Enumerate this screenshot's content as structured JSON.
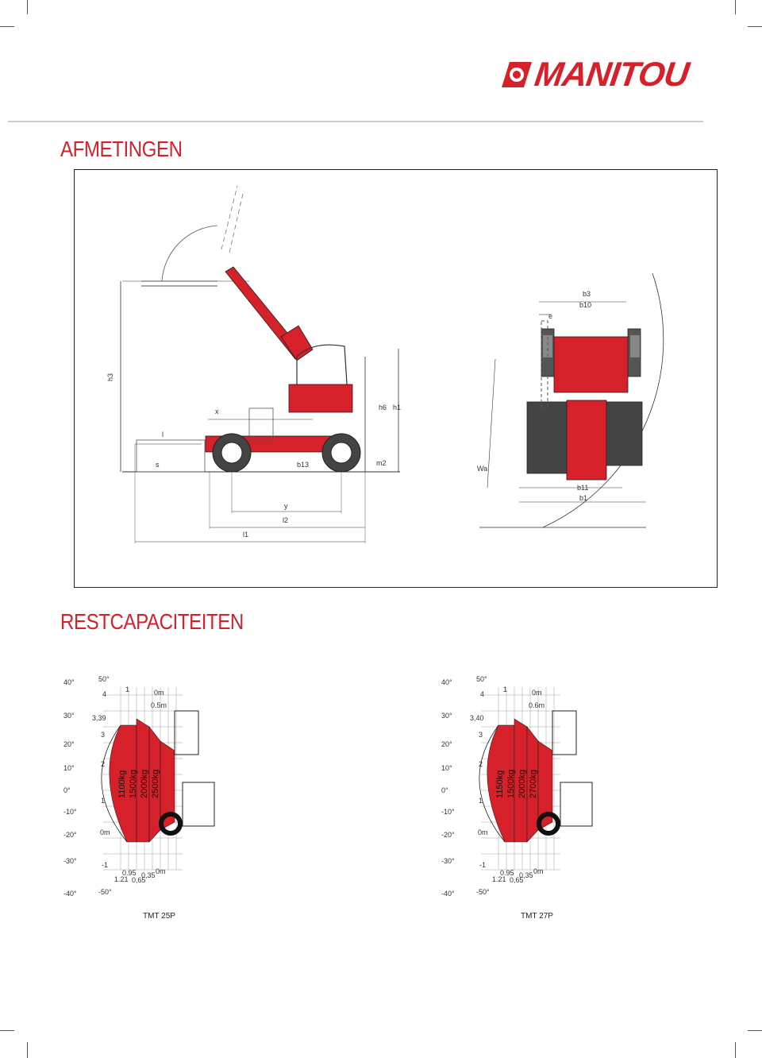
{
  "brand": {
    "name": "MANITOU",
    "color": "#d6202a"
  },
  "sections": {
    "dimensions_title": "AFMETINGEN",
    "capacities_title": "RESTCAPACITEITEN"
  },
  "dimension_labels": {
    "h3": "h3",
    "x": "x",
    "l": "l",
    "h6": "h6",
    "h1": "h1",
    "s": "s",
    "b13": "b13",
    "m2": "m2",
    "y": "y",
    "l2": "l2",
    "l1": "l1",
    "b3": "b3",
    "b10": "b10",
    "e": "e",
    "wa": "Wa",
    "b11": "b11",
    "b1": "b1"
  },
  "load_charts": [
    {
      "model": "TMT 25P",
      "angles_left": [
        "40°",
        "30°",
        "20°",
        "10°",
        "0°",
        "-10°",
        "-20°",
        "-30°",
        "-40°"
      ],
      "angle_top": "50°",
      "angle_bottom": "-50°",
      "heights": [
        "4",
        "3",
        "2",
        "1",
        "0m",
        "-1"
      ],
      "reach_top": [
        "1",
        "0m"
      ],
      "reach_bottom": [
        "0.95",
        "1.21",
        "0,35",
        "0,65",
        "0m"
      ],
      "reach_mark": "0.5m",
      "max_reach": "3,39",
      "loads": [
        "1100kg",
        "1500kg",
        "2000kg",
        "2500kg"
      ]
    },
    {
      "model": "TMT 27P",
      "angles_left": [
        "40°",
        "30°",
        "20°",
        "10°",
        "0°",
        "-10°",
        "-20°",
        "-30°",
        "-40°"
      ],
      "angle_top": "50°",
      "angle_bottom": "-50°",
      "heights": [
        "4",
        "3",
        "2",
        "1",
        "0m",
        "-1"
      ],
      "reach_top": [
        "1",
        "0m"
      ],
      "reach_bottom": [
        "0.95",
        "1.21",
        "0,35",
        "0,65",
        "0m"
      ],
      "reach_mark": "0.6m",
      "max_reach": "3,40",
      "loads": [
        "1150kg",
        "1500kg",
        "2000kg",
        "2700kg"
      ]
    }
  ]
}
